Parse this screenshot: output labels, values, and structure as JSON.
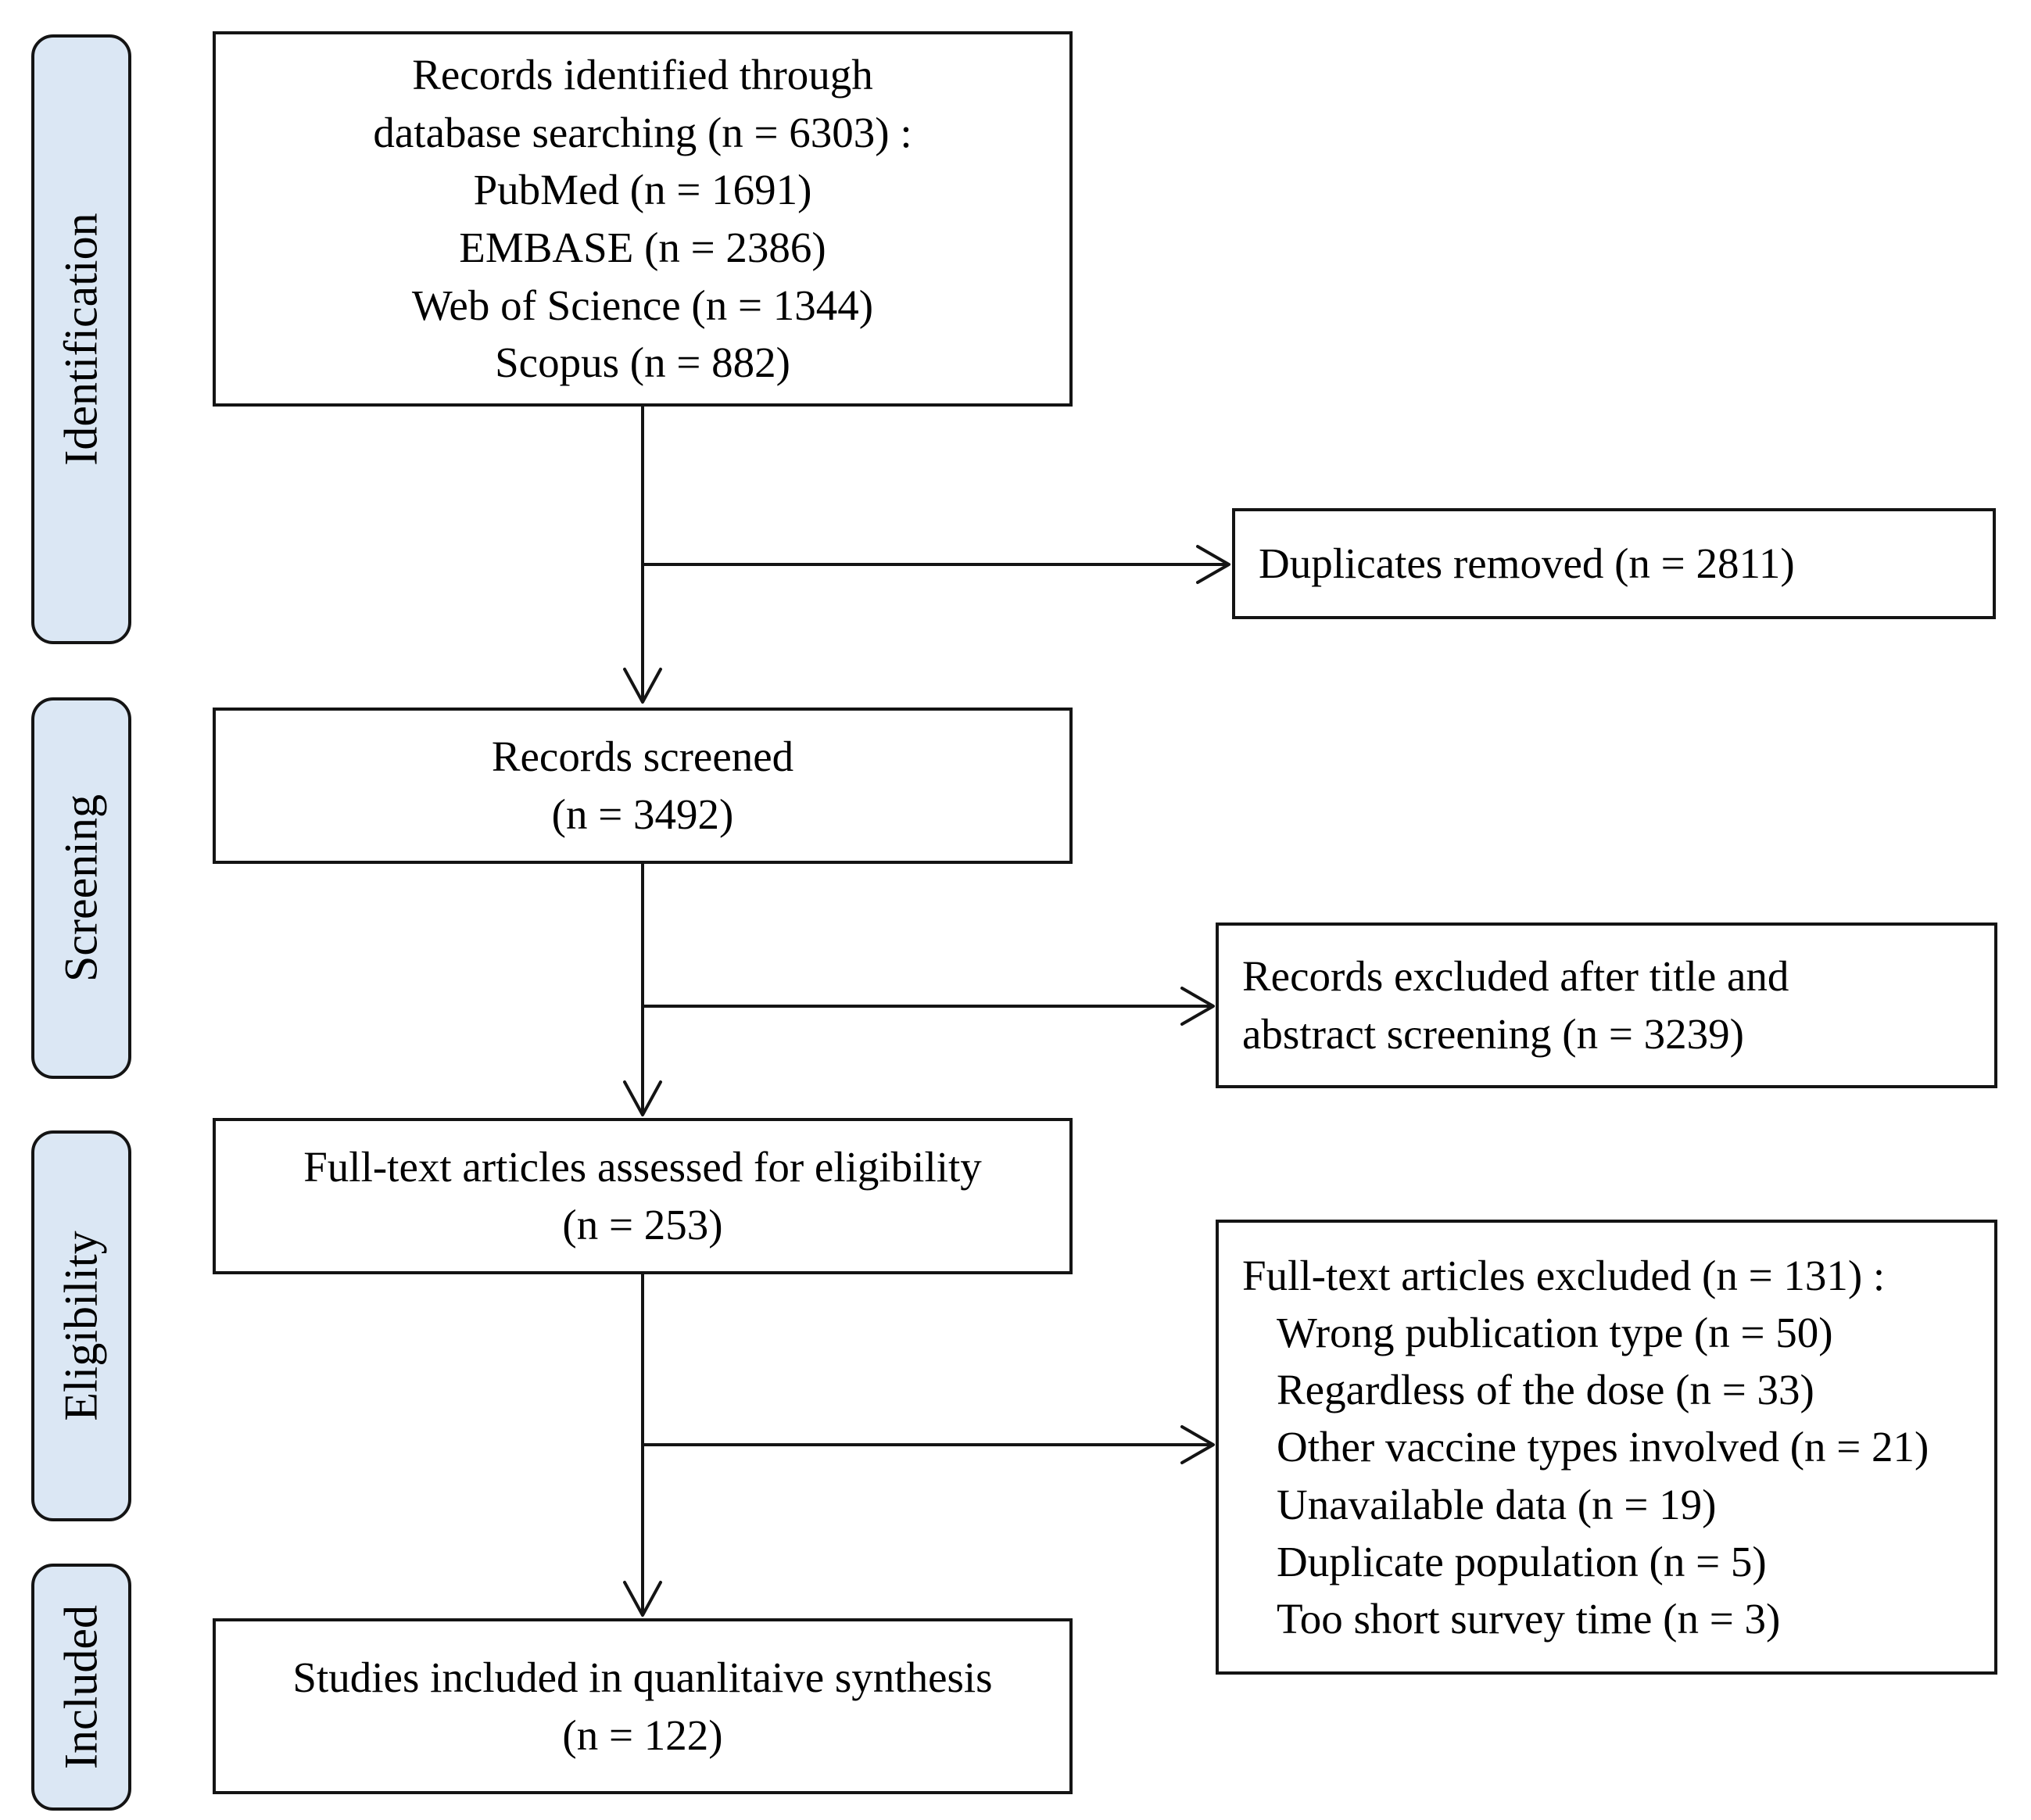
{
  "stages": {
    "identification": "Identification",
    "screening": "Screening",
    "eligibility": "Eligibility",
    "included": "Included"
  },
  "boxes": {
    "identified": {
      "line1": "Records identified through",
      "line2": "database searching (n = 6303) :",
      "line3": "PubMed (n = 1691)",
      "line4": "EMBASE (n = 2386)",
      "line5": "Web of Science (n = 1344)",
      "line6": "Scopus (n = 882)"
    },
    "duplicates_removed": {
      "line1": "Duplicates removed (n = 2811)"
    },
    "records_screened": {
      "line1": "Records screened",
      "line2": "(n = 3492)"
    },
    "records_excluded": {
      "line1": "Records excluded after title and",
      "line2": "abstract screening (n = 3239)"
    },
    "fulltext_assessed": {
      "line1": "Full-text articles assessed for eligibility",
      "line2": "(n = 253)"
    },
    "fulltext_excluded": {
      "header": "Full-text articles excluded (n = 131) :",
      "item1": "Wrong publication type (n = 50)",
      "item2": "Regardless of the dose (n = 33)",
      "item3": "Other vaccine types involved (n = 21)",
      "item4": "Unavailable data (n = 19)",
      "item5": "Duplicate population (n = 5)",
      "item6": "Too short survey time (n = 3)"
    },
    "studies_included": {
      "line1": "Studies included in quanlitaive synthesis",
      "line2": "(n = 122)"
    }
  },
  "colors": {
    "stage_fill": "#dbe7f4",
    "line_color": "#141414",
    "background": "#ffffff"
  }
}
